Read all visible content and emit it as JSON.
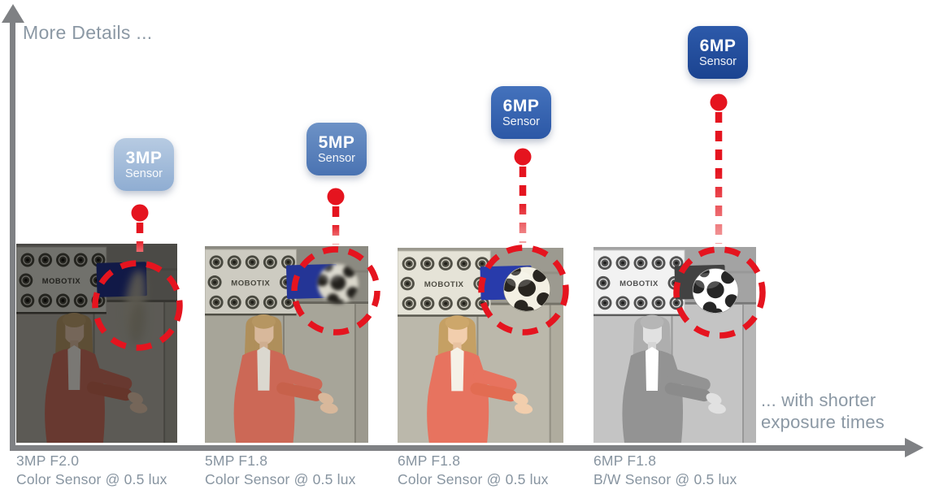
{
  "diagram": {
    "y_axis_label": "More Details ...",
    "x_axis_label_line1": "... with shorter",
    "x_axis_label_line2": "exposure times"
  },
  "colors": {
    "axis": "#7f8184",
    "axis_label": "#8b98a4",
    "caption": "#8794a0",
    "accent_red": "#e5141f",
    "accent_red_fade": "#f2a3a3"
  },
  "board_text": "MOBOTIX",
  "panels": [
    {
      "badge": {
        "mp": "3MP",
        "label": "Sensor",
        "color_top": "#b7cbe2",
        "color_bottom": "#8fadd2"
      },
      "caption_line1": "3MP F2.0",
      "caption_line2": "Color Sensor @ 0.5 lux"
    },
    {
      "badge": {
        "mp": "5MP",
        "label": "Sensor",
        "color_top": "#6d92c6",
        "color_bottom": "#4a73b2"
      },
      "caption_line1": "5MP F1.8",
      "caption_line2": "Color Sensor @ 0.5 lux"
    },
    {
      "badge": {
        "mp": "6MP",
        "label": "Sensor",
        "color_top": "#4472bc",
        "color_bottom": "#2c58a6"
      },
      "caption_line1": "6MP F1.8",
      "caption_line2": "Color Sensor @ 0.5 lux"
    },
    {
      "badge": {
        "mp": "6MP",
        "label": "Sensor",
        "color_top": "#2d5aaa",
        "color_bottom": "#1b4390"
      },
      "caption_line1": "6MP F1.8",
      "caption_line2": "B/W Sensor @ 0.5 lux"
    }
  ]
}
